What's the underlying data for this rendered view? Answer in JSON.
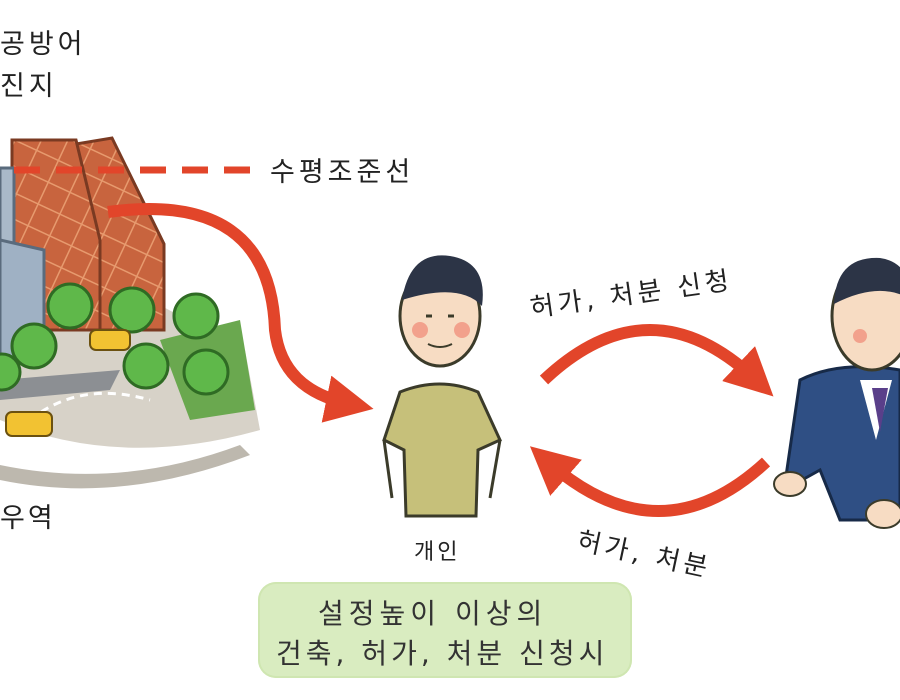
{
  "labels": {
    "top_line1": "공방어",
    "top_line2": "진지",
    "horizontal_line": "수평조준선",
    "area": "우역",
    "person": "개인",
    "request": "허가, 처분 신청",
    "grant": "허가, 처분"
  },
  "note": {
    "line1": "설정높이 이상의",
    "line2": "건축, 허가, 처분 신청시"
  },
  "colors": {
    "arrow": "#e2452a",
    "dashed_line": "#e2452a",
    "building": "#c8643e",
    "note_bg": "#d9ecc0",
    "shirt": "#c6c07a",
    "suit": "#2f4f84"
  }
}
